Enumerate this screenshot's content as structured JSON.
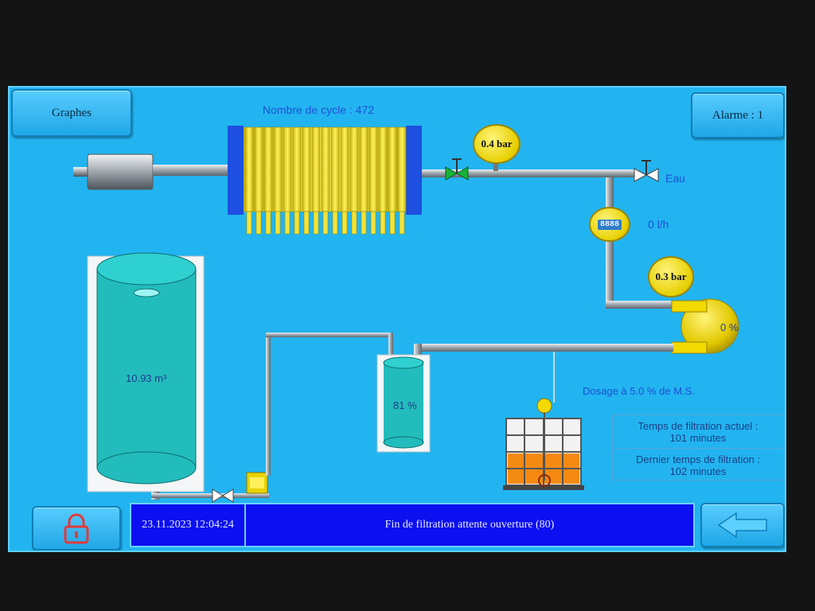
{
  "header": {
    "graphs_button": "Graphes",
    "cycle_count": "Nombre de cycle : 472",
    "alarm_button": "Alarme : 1"
  },
  "pressure": {
    "top_gauge": "0.4 bar",
    "pump_gauge": "0.3 bar"
  },
  "flow": {
    "meter_display": "8888",
    "rate": "0 l/h"
  },
  "water_label": "Eau",
  "pump_speed": "0 %",
  "tank": {
    "volume": "10.93 m³"
  },
  "buffer_tank": {
    "value": "81 %"
  },
  "dosing": "Dosage à 5.0 % de M.S.",
  "filtration": {
    "current_label": "Temps de filtration actuel :",
    "current_value": "101 minutes",
    "last_label": "Dernier temps de filtration :",
    "last_value": "102 minutes"
  },
  "status": {
    "datetime": "23.11.2023 12:04:24",
    "message": "Fin de filtration attente ouverture (80)"
  },
  "icons": {
    "lock": "lock-icon",
    "back": "arrow-left-icon"
  },
  "colors": {
    "screen_background": "#22b4f0",
    "status_bar": "#0c0ff0",
    "filter_plates": "#f3e43a",
    "gauge": "#e7cf00",
    "tank_liquid": "#23bcbc",
    "ibc_liquid": "#f58a13"
  }
}
